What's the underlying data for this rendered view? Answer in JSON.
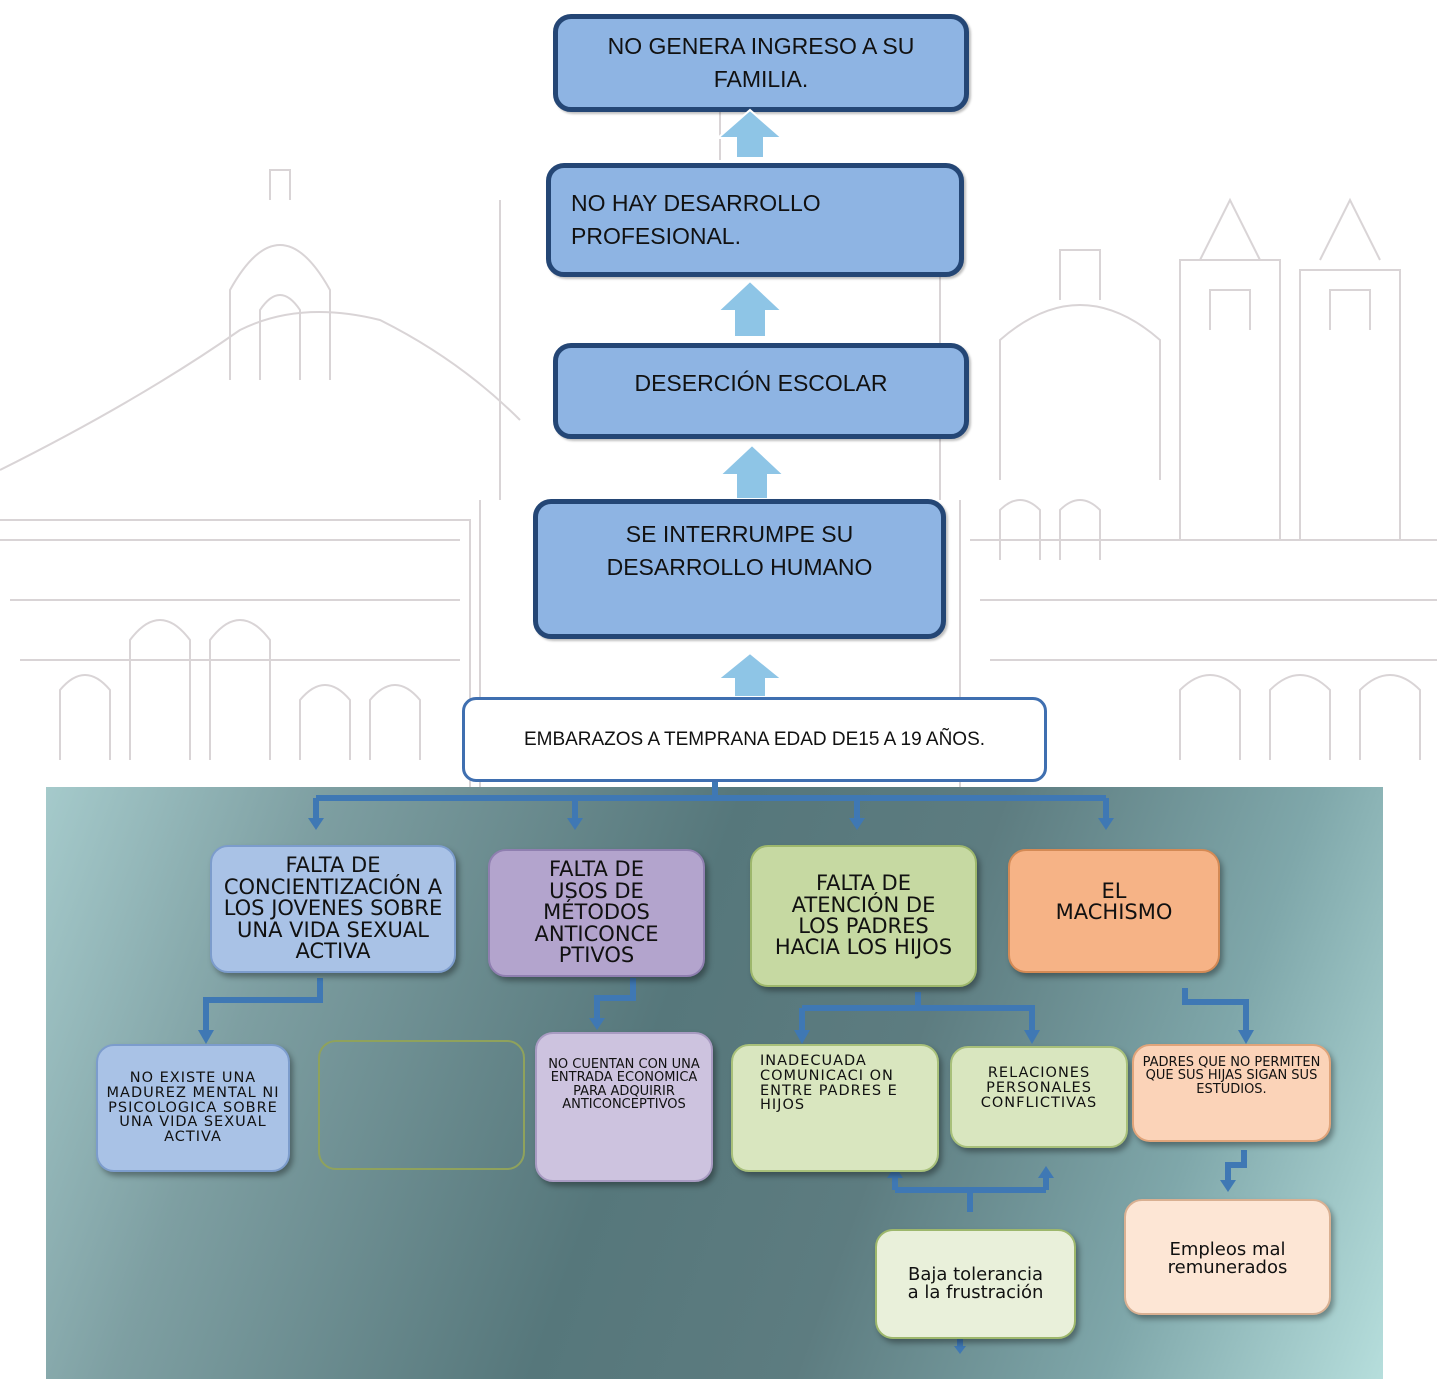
{
  "effects": [
    {
      "label": "NO GENERA INGRESO A SU FAMILIA."
    },
    {
      "label": "NO HAY DESARROLLO PROFESIONAL."
    },
    {
      "label": "DESERCIÓN ESCOLAR"
    },
    {
      "label": "SE INTERRUMPE SU DESARROLLO HUMANO"
    }
  ],
  "problem": {
    "label": "EMBARAZOS A TEMPRANA EDAD DE15 A 19 AÑOS."
  },
  "causes": [
    {
      "label": "FALTA DE CONCIENTIZACIÓN A LOS JOVENES SOBRE UNA VIDA SEXUAL ACTIVA"
    },
    {
      "label": "FALTA DE USOS DE MÉTODOS ANTICONCE PTIVOS"
    },
    {
      "label": "FALTA DE ATENCIÓN DE LOS PADRES HACIA LOS HIJOS"
    },
    {
      "label": "EL MACHISMO"
    }
  ],
  "sub_causes": [
    {
      "label": "NO EXISTE UNA MADUREZ MENTAL NI PSICOLOGICA SOBRE UNA VIDA SEXUAL ACTIVA"
    },
    {
      "label": ""
    },
    {
      "label": "NO CUENTAN CON UNA ENTRADA ECONOMICA PARA ADQUIRIR ANTICONCEPTIVOS"
    },
    {
      "label": "INADECUADA COMUNICACI ON ENTRE PADRES E HIJOS"
    },
    {
      "label": "RELACIONES PERSONALES CONFLICTIVAS"
    },
    {
      "label": "PADRES QUE NO PERMITEN QUE SUS HIJAS SIGAN SUS ESTUDIOS."
    }
  ],
  "third_level": [
    {
      "label": "Baja tolerancia a la frustración"
    },
    {
      "label": "Empleos mal remunerados"
    }
  ],
  "colors": {
    "effect_fill": "#8eb4e3",
    "effect_border": "#244675",
    "arrow_fill": "#8ec5e6",
    "connector": "#3f78b4"
  }
}
